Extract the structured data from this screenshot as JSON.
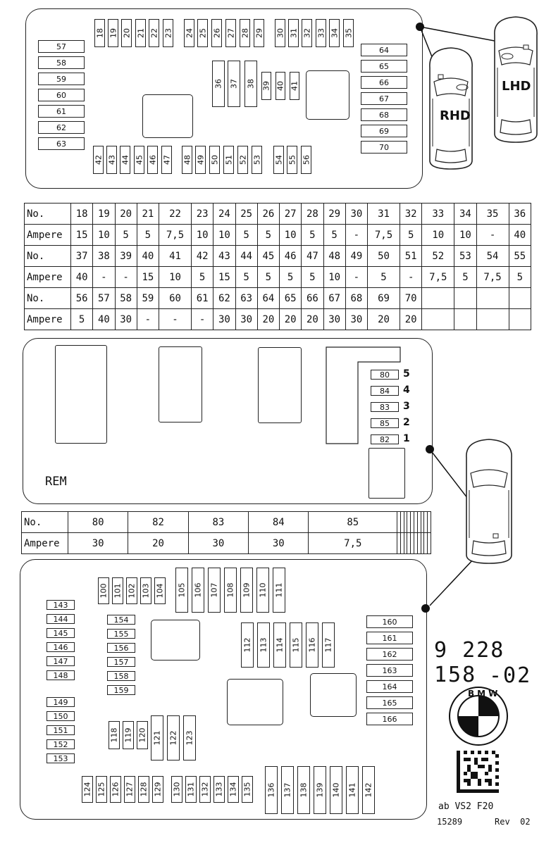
{
  "top_box": {
    "left_fuses": [
      "57",
      "58",
      "59",
      "60",
      "61",
      "62",
      "63"
    ],
    "top_row": [
      "18",
      "19",
      "20",
      "21",
      "22",
      "23",
      "24",
      "25",
      "26",
      "27",
      "28",
      "29",
      "30",
      "31",
      "32",
      "33",
      "34",
      "35"
    ],
    "middle_row": [
      "36",
      "37",
      "38",
      "39",
      "40",
      "41"
    ],
    "right_fuses": [
      "64",
      "65",
      "66",
      "67",
      "68",
      "69",
      "70"
    ],
    "bottom_row": [
      "42",
      "43",
      "44",
      "45",
      "46",
      "47",
      "48",
      "49",
      "50",
      "51",
      "52",
      "53",
      "54",
      "55",
      "56"
    ],
    "car_labels": {
      "rhd": "RHD",
      "lhd": "LHD"
    }
  },
  "table1": {
    "rows": [
      [
        "No.",
        "18",
        "19",
        "20",
        "21",
        "22",
        "23",
        "24",
        "25",
        "26",
        "27",
        "28",
        "29",
        "30",
        "31",
        "32",
        "33",
        "34",
        "35",
        "36"
      ],
      [
        "Ampere",
        "15",
        "10",
        "5",
        "5",
        "7,5",
        "10",
        "10",
        "5",
        "5",
        "10",
        "5",
        "5",
        "-",
        "7,5",
        "5",
        "10",
        "10",
        "-",
        "40"
      ],
      [
        "No.",
        "37",
        "38",
        "39",
        "40",
        "41",
        "42",
        "43",
        "44",
        "45",
        "46",
        "47",
        "48",
        "49",
        "50",
        "51",
        "52",
        "53",
        "54",
        "55"
      ],
      [
        "Ampere",
        "40",
        "-",
        "-",
        "15",
        "10",
        "5",
        "15",
        "5",
        "5",
        "5",
        "5",
        "10",
        "-",
        "5",
        "-",
        "7,5",
        "5",
        "7,5",
        "5"
      ],
      [
        "No.",
        "56",
        "57",
        "58",
        "59",
        "60",
        "61",
        "62",
        "63",
        "64",
        "65",
        "66",
        "67",
        "68",
        "69",
        "70",
        "",
        "",
        "",
        ""
      ],
      [
        "Ampere",
        "5",
        "40",
        "30",
        "-",
        "-",
        "-",
        "30",
        "30",
        "20",
        "20",
        "20",
        "30",
        "30",
        "20",
        "20",
        "",
        "",
        "",
        ""
      ]
    ]
  },
  "rem_box": {
    "label": "REM",
    "fuses": [
      {
        "id": "80",
        "pos": "5"
      },
      {
        "id": "84",
        "pos": "4"
      },
      {
        "id": "83",
        "pos": "3"
      },
      {
        "id": "85",
        "pos": "2"
      },
      {
        "id": "82",
        "pos": "1"
      }
    ]
  },
  "table2": {
    "rows": [
      [
        "No.",
        "80",
        "82",
        "83",
        "84",
        "85",
        "",
        "",
        "",
        "",
        "",
        "",
        "",
        "",
        "",
        ""
      ],
      [
        "Ampere",
        "30",
        "20",
        "30",
        "30",
        "7,5",
        "",
        "",
        "",
        "",
        "",
        "",
        "",
        "",
        "",
        ""
      ]
    ]
  },
  "bottom_box": {
    "left_col_a": [
      "143",
      "144",
      "145",
      "146",
      "147",
      "148"
    ],
    "left_col_b": [
      "149",
      "150",
      "151",
      "152",
      "153"
    ],
    "mid_col": [
      "154",
      "155",
      "156",
      "157",
      "158",
      "159"
    ],
    "top_vert_a": [
      "100",
      "101",
      "102",
      "103",
      "104"
    ],
    "top_vert_b": [
      "105",
      "106",
      "107",
      "108",
      "109",
      "110",
      "111"
    ],
    "mid_vert": [
      "112",
      "113",
      "114",
      "115",
      "116",
      "117"
    ],
    "small_vert": [
      "118",
      "119",
      "120"
    ],
    "tall_vert": [
      "121",
      "122",
      "123"
    ],
    "right_col": [
      "160",
      "161",
      "162",
      "163",
      "164",
      "165",
      "166"
    ],
    "bottom_a": [
      "124",
      "125",
      "126",
      "127",
      "128",
      "129"
    ],
    "bottom_b": [
      "130",
      "131",
      "132",
      "133",
      "134",
      "135"
    ],
    "bottom_c": [
      "136",
      "137",
      "138",
      "139",
      "140",
      "141",
      "142"
    ]
  },
  "part_number": {
    "line1": "9 228 158",
    "line2": "-02"
  },
  "logo_text": "BMW",
  "footer": {
    "code": "ab VS2 F20",
    "num": "15289",
    "rev": "Rev  02"
  }
}
